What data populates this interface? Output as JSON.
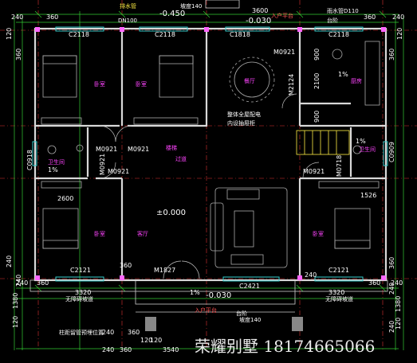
{
  "top_dims": {
    "d240_left": "240",
    "d360_left": "360",
    "d360_right": "360",
    "d240_right": "240",
    "d3600": "3600",
    "d_m0450": "-0.450",
    "d_m0030_top": "-0.030",
    "pipe_top": "排水管",
    "pipe_dn": "DN100",
    "leader_r": "雨水管D110",
    "leader_r2": "台阶",
    "slope_top": "坡度140",
    "entrance_top": "入户平台"
  },
  "windows": {
    "c2118_a": "C2118",
    "c2118_b": "C2118",
    "c1818": "C1818",
    "c2118_c": "C2118",
    "c0918": "C0918",
    "c0909": "C0909",
    "c2121_a": "C2121",
    "c2121_b": "C2121",
    "c2421": "C2421"
  },
  "doors": {
    "m0921_top": "M0921",
    "m0921_a": "M0921",
    "m0921_b": "M0921",
    "m0921_c": "M0921",
    "m0921_d": "M0921",
    "m0921_e": "M0921",
    "m0718": "M0718",
    "m1827": "M1827",
    "m2124": "M2124"
  },
  "rooms": {
    "bedroom_tl": "卧室",
    "bedroom_tm": "卧室",
    "dining": "餐厅",
    "kitchen": "厨房",
    "bath_l": "卫生间",
    "bath_r": "卫生间",
    "corridor": "过道",
    "bedroom_bl": "卧室",
    "living": "客厅",
    "bedroom_br": "卧室",
    "stair_note": "楼梯"
  },
  "annotations": {
    "elev_000": "±0.000",
    "kitchen_slope": "1%",
    "bath_slope_l": "1%",
    "bath_slope_r": "1%",
    "entry_slope": "1%",
    "panel_note": "整体全屋配电",
    "panel_note2": "内设抽屉柜",
    "d2100": "2100",
    "d900_a": "900",
    "d900_b": "900",
    "d2600": "2600",
    "d1526": "1526",
    "no_bar_l": "无障碍坡道",
    "no_bar_r": "无障碍坡道",
    "entry_platform": "入户平台",
    "slope_bottom": "坡度140",
    "d_m0030_bottom": "-0.030",
    "note_bottom": "柱距留管预埋位置",
    "step": "台阶"
  },
  "bottom_dims": {
    "d3320_l": "3320",
    "d3320_r": "3320",
    "d240_l": "240",
    "d360_l": "360",
    "d360_l2": "360",
    "d240_r": "240",
    "d360_r": "360",
    "d240_r2": "240",
    "d3540": "3540",
    "d360_b": "360",
    "d240_b": "240",
    "d120_a": "120",
    "d120_b": "120",
    "d360_c": "360",
    "d240_c": "240"
  },
  "side_dims": {
    "l120_a": "120",
    "l360": "360",
    "l240_a": "240",
    "l1380": "1380",
    "l240_b": "240",
    "l120_b": "120",
    "r120_a": "120",
    "r360": "360",
    "r360_b": "360",
    "r1380": "1380",
    "r240": "240",
    "r120_b": "120",
    "r240_b": "240"
  },
  "watermark": "荣耀别墅 18174665066",
  "colors": {
    "background": "#000000",
    "wall": "#d8d8d8",
    "axis": "#ff3333",
    "dim": "#33cc33",
    "furniture": "#bbbbbb",
    "window": "#33cccc",
    "room_label": "#ff44ff",
    "text": "#ffffff",
    "yellow": "#ffee44"
  }
}
